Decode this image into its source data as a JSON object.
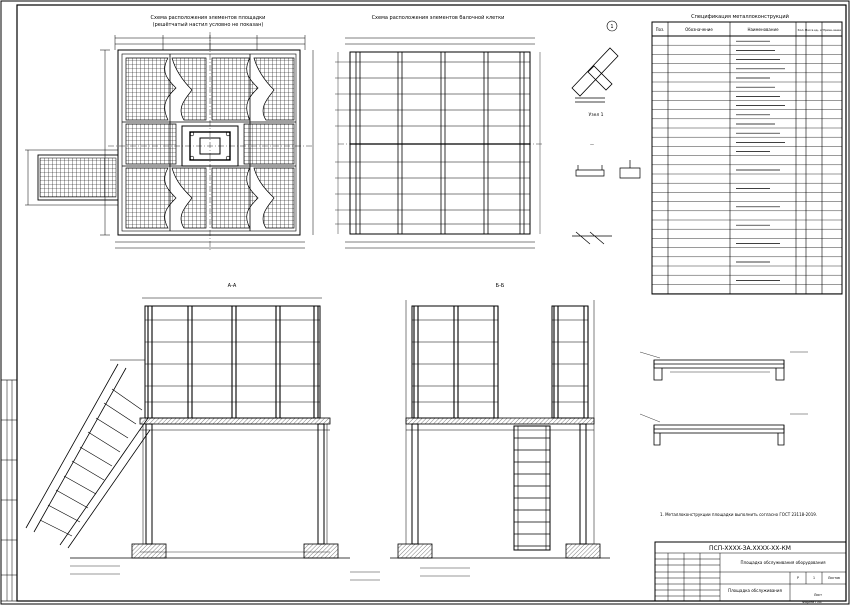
{
  "drawing": {
    "title_block": {
      "designation": "ПСП-XXXX-ЗА.ХХХХ-ХХ-КМ",
      "description": "Площадка обслуживания оборудования",
      "sheet_title": "Площадка обслуживания",
      "sheet_label": "Лист",
      "sheets_label": "Листов",
      "stage": "Р",
      "sheet_no": "1",
      "format": "Формат А1"
    },
    "views": {
      "plan_title": "Схема расположения элементов площадки",
      "plan_subtitle": "(решётчатый настил условно не показан)",
      "frame_title": "Схема расположения элементов балочной клетки",
      "callout_1": "1",
      "node_title": "Узел 1",
      "section_a": "А-А",
      "section_b": "Б-Б"
    },
    "spec_table": {
      "title": "Спецификация металлоконструкций",
      "headers": [
        "Поз.",
        "Обозначение",
        "Наименование",
        "Кол.",
        "Масса ед., кг",
        "Приме-чание"
      ]
    },
    "note": "1. Металлоконструкции площадки выполнить согласно ГОСТ 23118-2019."
  }
}
